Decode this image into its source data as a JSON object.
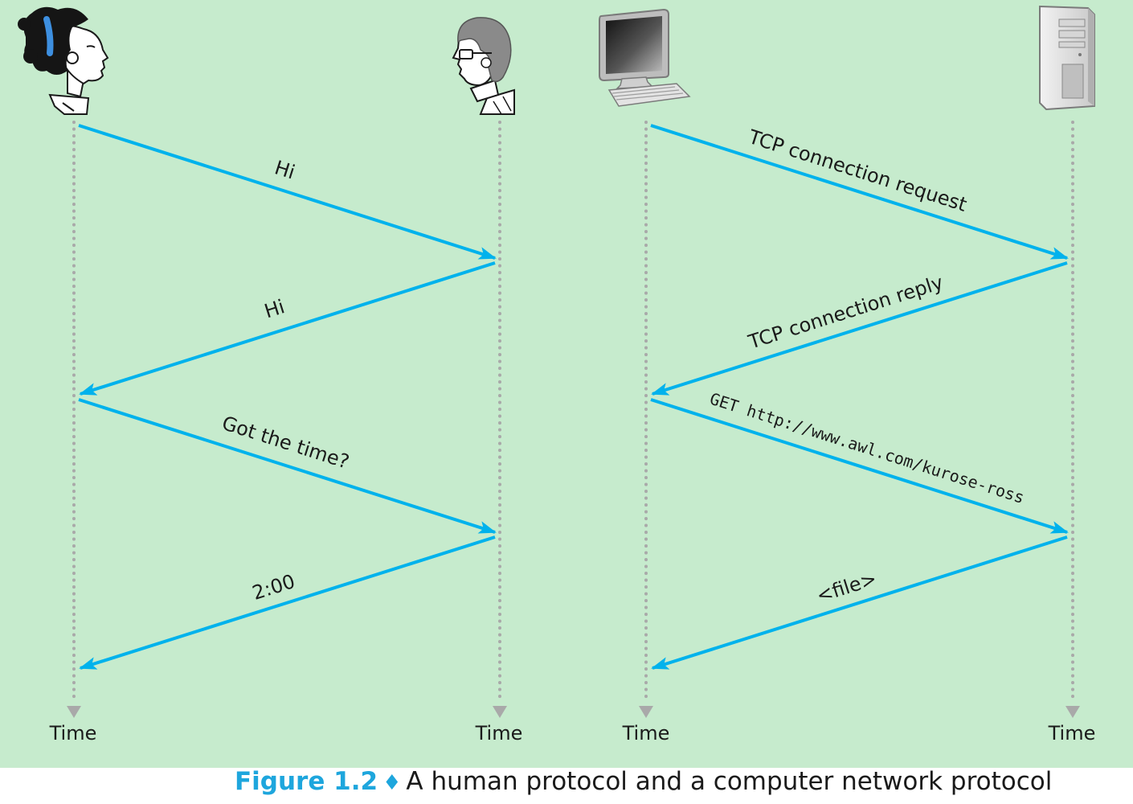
{
  "diagram": {
    "colors": {
      "background": "#c6ebcd",
      "arrow": "#00b2ec",
      "timeline": "#a9a9a9",
      "text": "#1a1a1a"
    },
    "actors": [
      {
        "id": "woman",
        "icon": "woman-icon"
      },
      {
        "id": "man",
        "icon": "man-icon"
      },
      {
        "id": "client",
        "icon": "computer-monitor-icon"
      },
      {
        "id": "server",
        "icon": "server-tower-icon"
      }
    ],
    "timelines": [
      {
        "actor": "woman",
        "label": "Time"
      },
      {
        "actor": "man",
        "label": "Time"
      },
      {
        "actor": "client",
        "label": "Time"
      },
      {
        "actor": "server",
        "label": "Time"
      }
    ],
    "human_protocol": [
      {
        "from": "woman",
        "to": "man",
        "label": "Hi"
      },
      {
        "from": "man",
        "to": "woman",
        "label": "Hi"
      },
      {
        "from": "woman",
        "to": "man",
        "label": "Got the time?"
      },
      {
        "from": "man",
        "to": "woman",
        "label": "2:00"
      }
    ],
    "network_protocol": [
      {
        "from": "client",
        "to": "server",
        "label": "TCP connection request"
      },
      {
        "from": "server",
        "to": "client",
        "label": "TCP connection reply"
      },
      {
        "from": "client",
        "to": "server",
        "label": "GET http://www.awl.com/kurose-ross",
        "monospace": true
      },
      {
        "from": "server",
        "to": "client",
        "label": "<file>"
      }
    ]
  },
  "caption": {
    "label": "Figure 1.2",
    "separator": "♦",
    "text": "A human protocol and a computer network protocol"
  }
}
